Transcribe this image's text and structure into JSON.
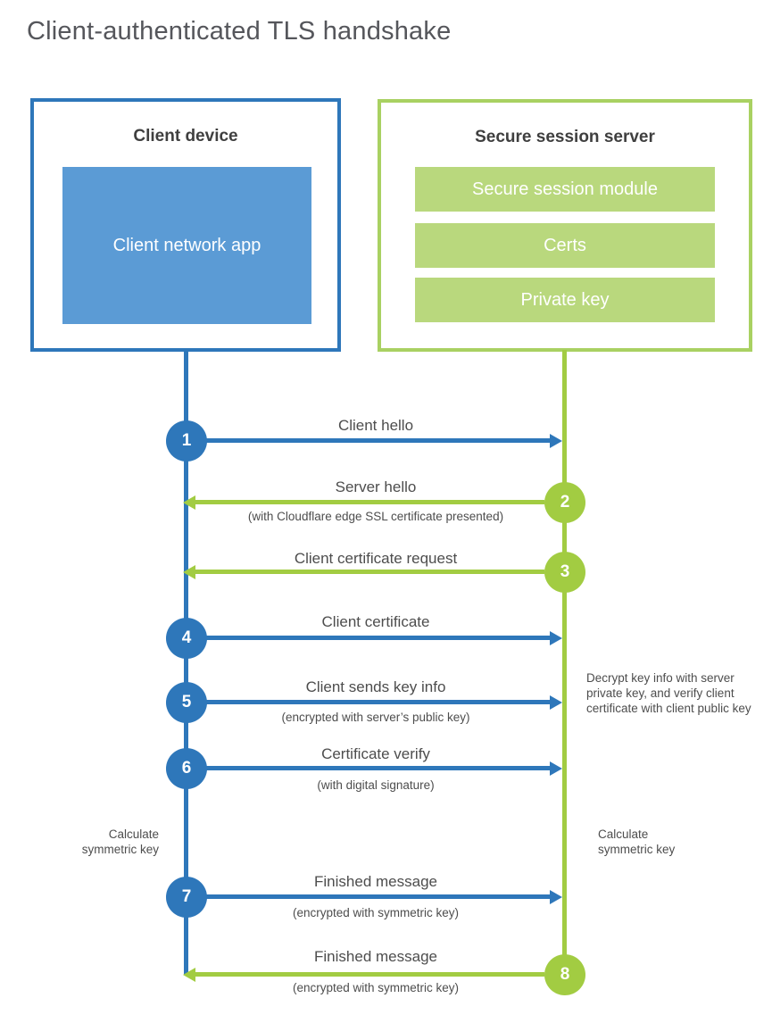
{
  "title": "Client-authenticated TLS handshake",
  "colors": {
    "blue": "#2e77ba",
    "blue_fill": "#5b9bd5",
    "green": "#a2cc42",
    "green_border": "#a9d162",
    "green_fill": "#b9d87d",
    "text": "#4d4d4d",
    "heading": "#55565b"
  },
  "client_box": {
    "title": "Client device",
    "app_label": "Client network app"
  },
  "server_box": {
    "title": "Secure session server",
    "modules": [
      "Secure session module",
      "Certs",
      "Private key"
    ]
  },
  "steps": [
    {
      "number": "1",
      "from": "client",
      "direction": "right",
      "label": "Client hello",
      "sublabel": ""
    },
    {
      "number": "2",
      "from": "server",
      "direction": "left",
      "label": "Server hello",
      "sublabel": "(with Cloudflare edge SSL certificate presented)"
    },
    {
      "number": "3",
      "from": "server",
      "direction": "left",
      "label": "Client certificate request",
      "sublabel": ""
    },
    {
      "number": "4",
      "from": "client",
      "direction": "right",
      "label": "Client certificate",
      "sublabel": ""
    },
    {
      "number": "5",
      "from": "client",
      "direction": "right",
      "label": "Client sends key info",
      "sublabel": "(encrypted with server’s public key)"
    },
    {
      "number": "6",
      "from": "client",
      "direction": "right",
      "label": "Certificate verify",
      "sublabel": "(with digital signature)"
    },
    {
      "number": "7",
      "from": "client",
      "direction": "right",
      "label": "Finished message",
      "sublabel": "(encrypted with symmetric key)"
    },
    {
      "number": "8",
      "from": "server",
      "direction": "left",
      "label": "Finished message",
      "sublabel": "(encrypted with symmetric key)"
    }
  ],
  "notes": {
    "decrypt": "Decrypt key info with server private key, and verify client certificate with client public key",
    "calc_client": "Calculate symmetric key",
    "calc_server": "Calculate symmetric key"
  }
}
